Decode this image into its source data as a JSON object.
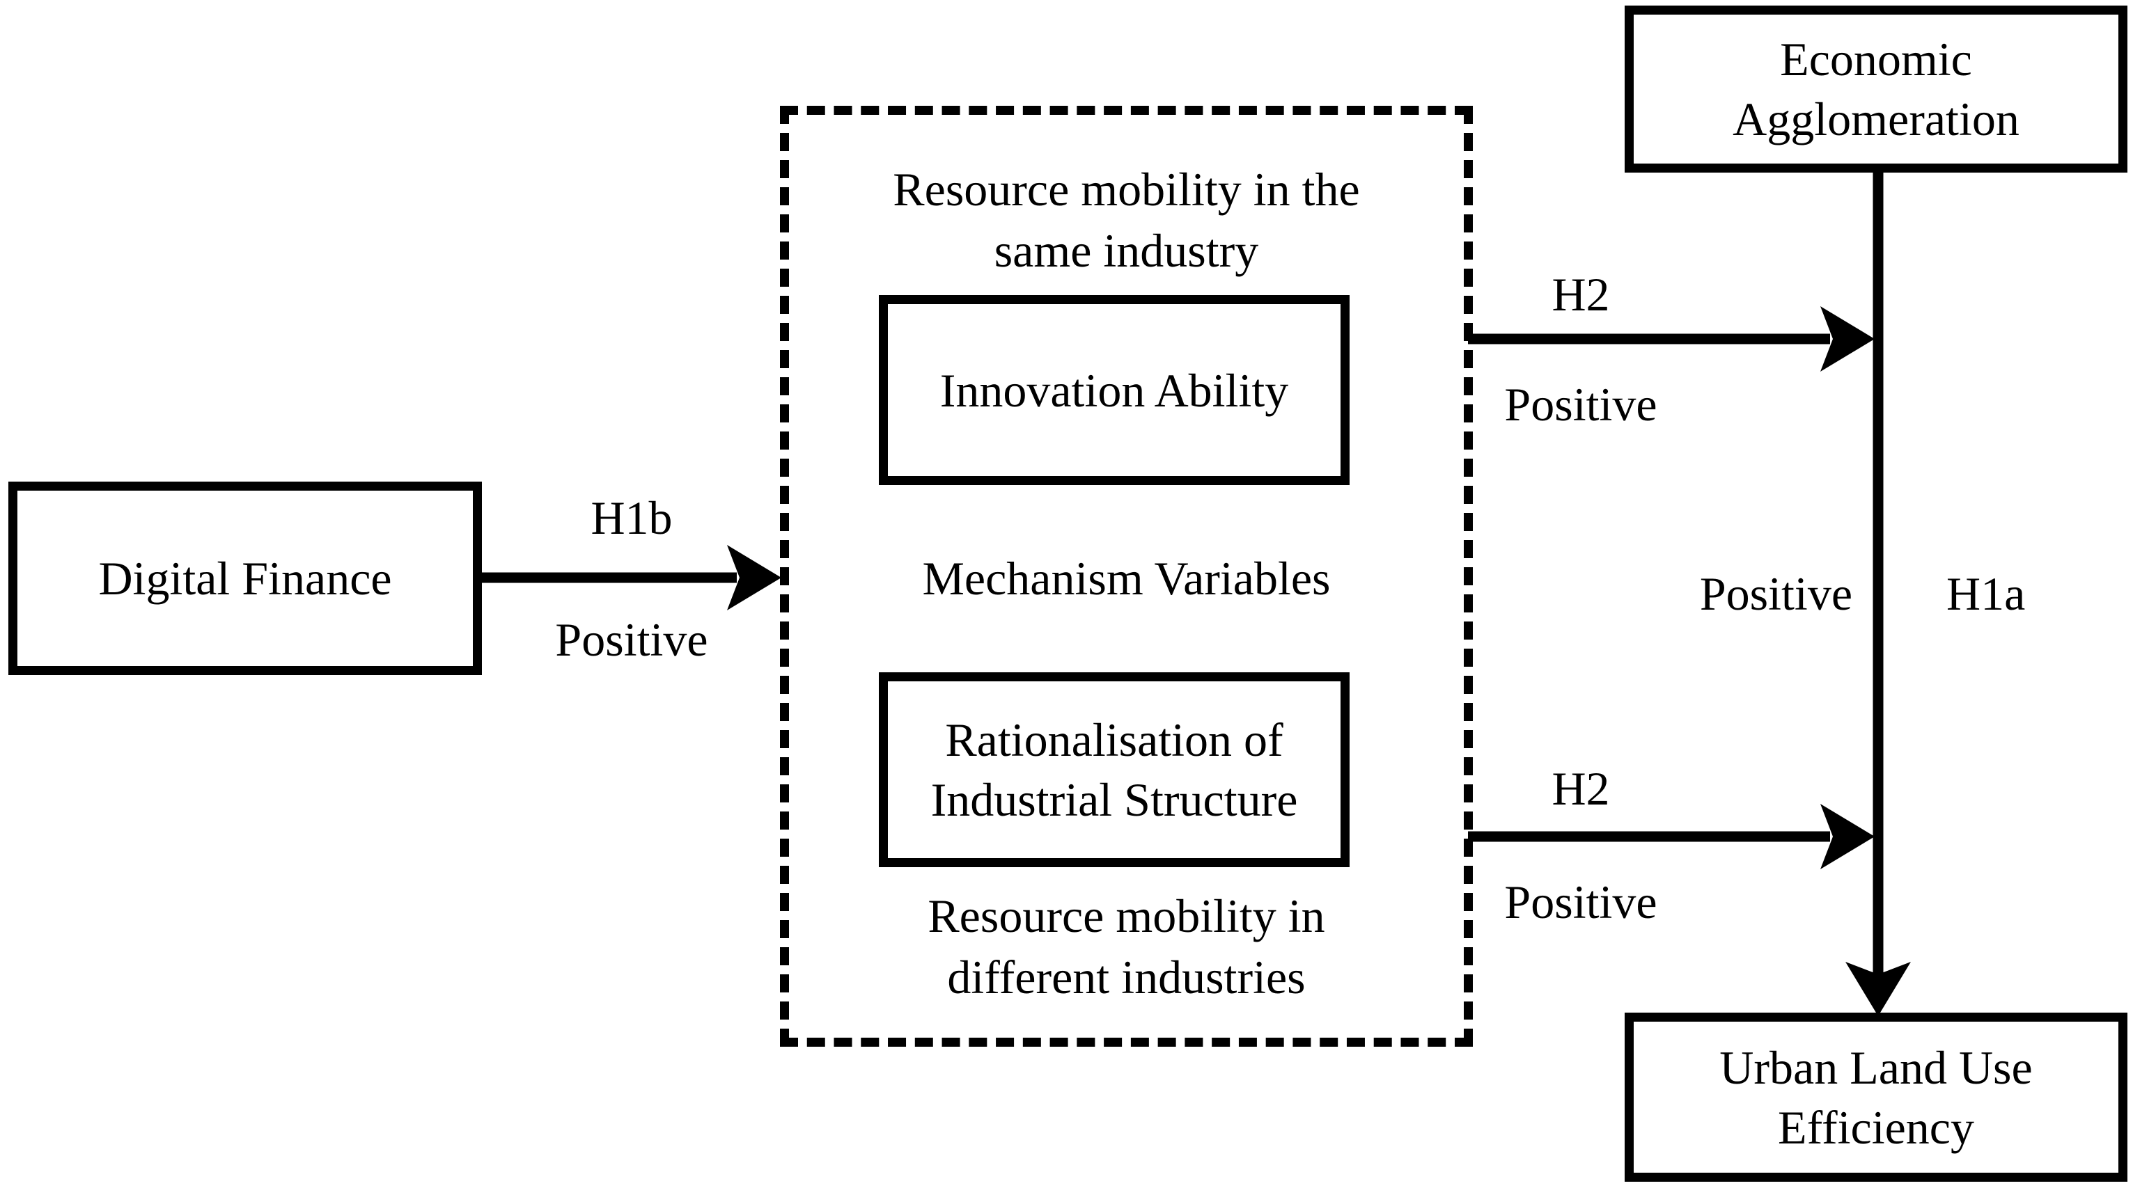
{
  "diagram": {
    "nodes": {
      "digital_finance": {
        "label": "Digital Finance"
      },
      "economic_agglomeration": {
        "line1": "Economic",
        "line2": "Agglomeration"
      },
      "urban_land_use_efficiency": {
        "line1": "Urban Land Use",
        "line2": "Efficiency"
      },
      "innovation_ability": {
        "label": "Innovation Ability"
      },
      "rationalisation_of_industrial_structure": {
        "line1": "Rationalisation of",
        "line2": "Industrial Structure"
      }
    },
    "mediator_panel": {
      "caption_top_line1": "Resource mobility in the",
      "caption_top_line2": "same industry",
      "caption_middle": "Mechanism Variables",
      "caption_bottom_line1": "Resource mobility in",
      "caption_bottom_line2": "different industries"
    },
    "edges": {
      "h1b": {
        "hypothesis": "H1b",
        "effect": "Positive"
      },
      "h2_upper": {
        "hypothesis": "H2",
        "effect": "Positive"
      },
      "h2_lower": {
        "hypothesis": "H2",
        "effect": "Positive"
      },
      "h1a": {
        "hypothesis": "H1a",
        "effect": "Positive"
      }
    },
    "colors": {
      "ink": "#000000",
      "background": "#ffffff"
    }
  }
}
